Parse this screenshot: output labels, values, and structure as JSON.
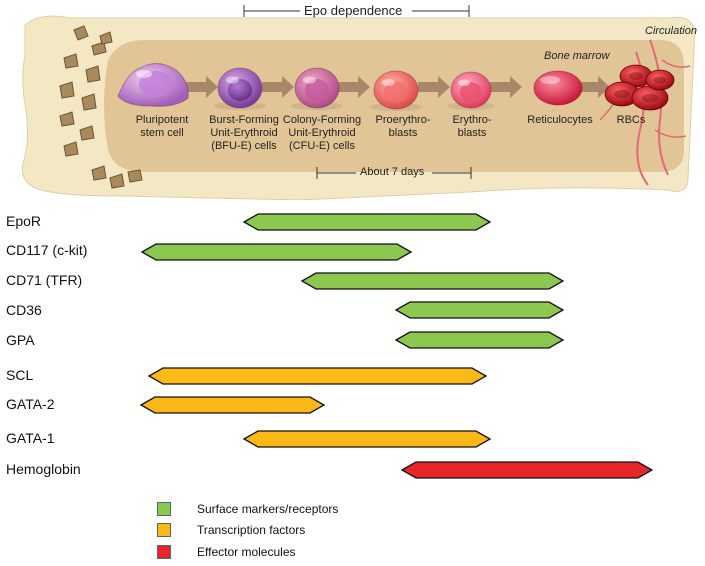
{
  "header": {
    "epo_dependence": "Epo dependence",
    "about_days": "About 7 days",
    "bone_marrow": "Bone marrow",
    "circulation": "Circulation"
  },
  "stages": [
    {
      "lines": [
        "Pluripotent",
        "stem cell"
      ]
    },
    {
      "lines": [
        "Burst-Forming",
        "Unit-Erythroid",
        "(BFU-E) cells"
      ]
    },
    {
      "lines": [
        "Colony-Forming",
        "Unit-Erythroid",
        "(CFU-E) cells"
      ]
    },
    {
      "lines": [
        "Proerythro-",
        "blasts"
      ]
    },
    {
      "lines": [
        "Erythro-",
        "blasts"
      ]
    },
    {
      "lines": [
        "Reticulocytes"
      ]
    },
    {
      "lines": [
        "RBCs"
      ]
    }
  ],
  "markers": [
    {
      "label": "EpoR",
      "category": "surface"
    },
    {
      "label": "CD117 (c-kit)",
      "category": "surface"
    },
    {
      "label": "CD71 (TFR)",
      "category": "surface"
    },
    {
      "label": "CD36",
      "category": "surface"
    },
    {
      "label": "GPA",
      "category": "surface"
    },
    {
      "label": "SCL",
      "category": "transcription"
    },
    {
      "label": "GATA-2",
      "category": "transcription"
    },
    {
      "label": "GATA-1",
      "category": "transcription"
    },
    {
      "label": "Hemoglobin",
      "category": "effector"
    }
  ],
  "legend": [
    {
      "label": "Surface markers/receptors",
      "color": "#8cc74f"
    },
    {
      "label": "Transcription factors",
      "color": "#fbb917"
    },
    {
      "label": "Effector molecules",
      "color": "#e6262b"
    }
  ],
  "colors": {
    "surface": "#8cc74f",
    "transcription": "#fbb917",
    "effector": "#e6262b",
    "bone": "#f3e7c4",
    "marrow": "#e2c596",
    "arrow": "#a88868"
  }
}
